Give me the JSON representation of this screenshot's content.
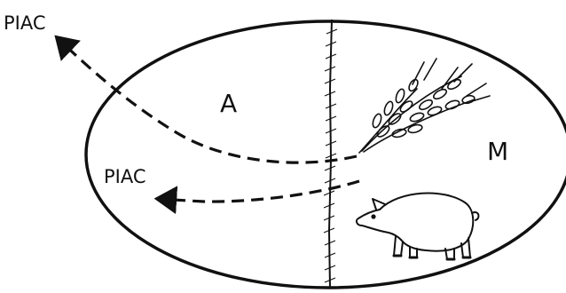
{
  "diagram": {
    "outer_label": "PIAC",
    "inner_label": "PIAC",
    "region_left": "A",
    "region_right": "M",
    "icons": [
      "wheat-icon",
      "pig-icon"
    ],
    "colors": {
      "ink": "#111111",
      "background": "#ffffff"
    }
  }
}
